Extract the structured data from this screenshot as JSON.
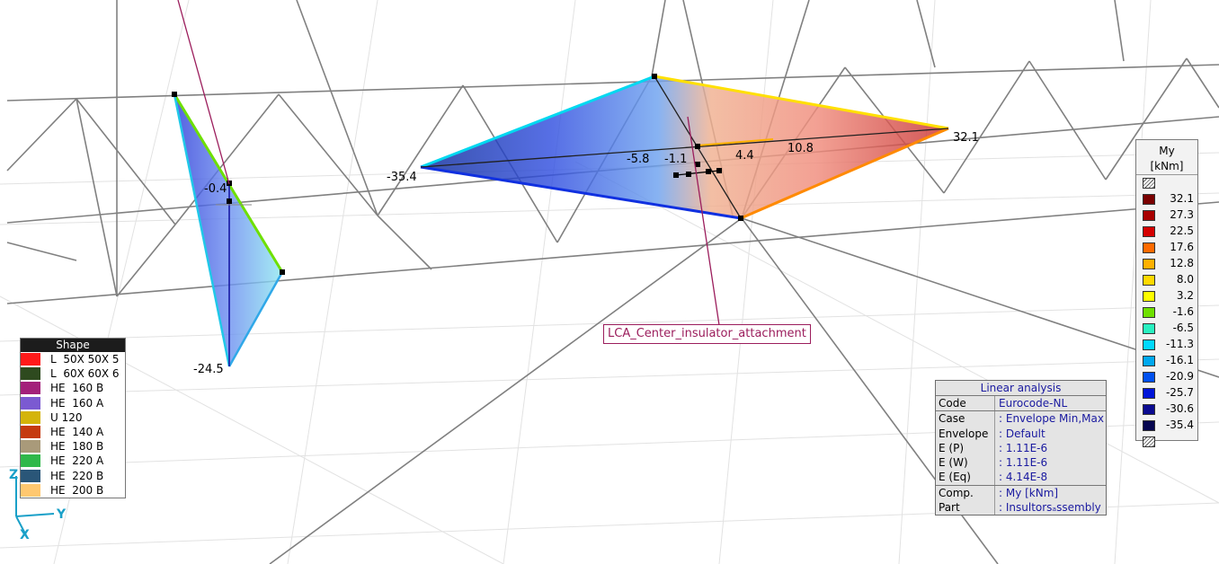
{
  "diagram_labels": {
    "left_top": "-0.4",
    "left_bottom": "-24.5",
    "center_left": "-35.4",
    "center_right": "32.1",
    "center_a": "-5.8",
    "center_b": "-1.1",
    "center_c": "4.4",
    "center_d": "10.8"
  },
  "attachment_label": "LCA_Center_insulator_attachment",
  "shape_legend": {
    "title": "Shape",
    "items": [
      {
        "name": "L  50X 50X 5",
        "color": "#ff1a1a"
      },
      {
        "name": "L  60X 60X 6",
        "color": "#2e4a1f"
      },
      {
        "name": "HE  160 B",
        "color": "#a3207a"
      },
      {
        "name": "HE  160 A",
        "color": "#7b5ad1"
      },
      {
        "name": "U 120",
        "color": "#d4b40a"
      },
      {
        "name": "HE  140 A",
        "color": "#c53a10"
      },
      {
        "name": "HE  180 B",
        "color": "#a99a7a"
      },
      {
        "name": "HE  220 A",
        "color": "#2fb84a"
      },
      {
        "name": "HE  220 B",
        "color": "#2a5678"
      },
      {
        "name": "HE  200 B",
        "color": "#ffc870"
      }
    ]
  },
  "info_panel": {
    "title": "Linear analysis",
    "rows": [
      {
        "key": "Code",
        "value": "Eurocode-NL"
      },
      {
        "key": "Case",
        "value": ": Envelope Min,Max"
      },
      {
        "key": "Envelope",
        "value": ": Default"
      },
      {
        "key": "E (P)",
        "value": ": 1.11E-6"
      },
      {
        "key": "E (W)",
        "value": ": 1.11E-6"
      },
      {
        "key": "E (Eq)",
        "value": ": 4.14E-8"
      },
      {
        "key": "Comp.",
        "value": ": My [kNm]"
      },
      {
        "key": "Part",
        "value": ": Insultorsₐssembly"
      }
    ]
  },
  "color_scale": {
    "title": "My",
    "unit": "[kNm]",
    "levels": [
      {
        "value": "32.1",
        "color": "#7a0000"
      },
      {
        "value": "27.3",
        "color": "#a80000"
      },
      {
        "value": "22.5",
        "color": "#d40000"
      },
      {
        "value": "17.6",
        "color": "#ff6a00"
      },
      {
        "value": "12.8",
        "color": "#ffb000"
      },
      {
        "value": "8.0",
        "color": "#ffd800"
      },
      {
        "value": "3.2",
        "color": "#ffff00"
      },
      {
        "value": "-1.6",
        "color": "#6ee000"
      },
      {
        "value": "-6.5",
        "color": "#28f0c0"
      },
      {
        "value": "-11.3",
        "color": "#00d8ff"
      },
      {
        "value": "-16.1",
        "color": "#00a8f0"
      },
      {
        "value": "-20.9",
        "color": "#0050f0"
      },
      {
        "value": "-25.7",
        "color": "#0014d8"
      },
      {
        "value": "-30.6",
        "color": "#0a0a90"
      },
      {
        "value": "-35.4",
        "color": "#060650"
      }
    ]
  },
  "axes": {
    "z": "Z",
    "y": "Y",
    "x": "X"
  }
}
